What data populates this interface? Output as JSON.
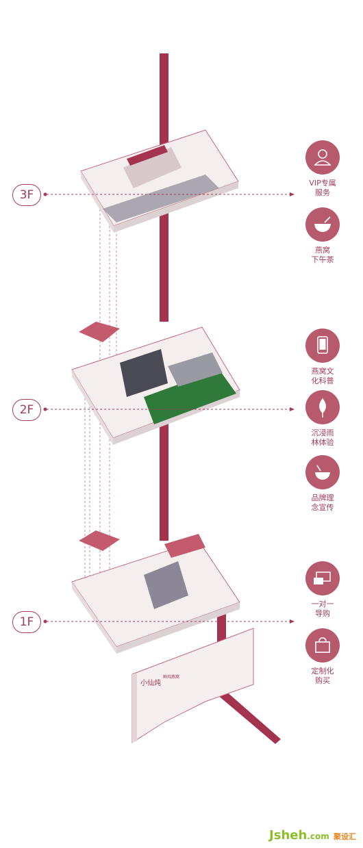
{
  "colors": {
    "accent": "#a33c55",
    "icon_fill": "#b85a6e",
    "shaft": "#a3334f",
    "floor": "#f2eded",
    "floor_edge": "#c66a7c"
  },
  "floors": [
    {
      "id": "3f",
      "label": "3F"
    },
    {
      "id": "2f",
      "label": "2F"
    },
    {
      "id": "1f",
      "label": "1F"
    }
  ],
  "features": [
    {
      "id": "vip",
      "icon": "person-icon",
      "lines": [
        "VIP专属",
        "服务"
      ]
    },
    {
      "id": "tea",
      "icon": "bowl-icon",
      "lines": [
        "燕窝",
        "下午茶"
      ]
    },
    {
      "id": "science",
      "icon": "phone-icon",
      "lines": [
        "燕窝文",
        "化科普"
      ]
    },
    {
      "id": "forest",
      "icon": "leaf-icon",
      "lines": [
        "沉浸雨",
        "林体验"
      ]
    },
    {
      "id": "brand",
      "icon": "cup-icon",
      "lines": [
        "品牌理",
        "念宣传"
      ]
    },
    {
      "id": "guide",
      "icon": "cards-icon",
      "lines": [
        "一对一",
        "导购"
      ]
    },
    {
      "id": "custom",
      "icon": "bag-icon",
      "lines": [
        "定制化",
        "购买"
      ]
    }
  ],
  "storefront": {
    "brand": "小仙炖",
    "sub": "鲜炖燕窝"
  },
  "watermark": {
    "main": "Jsheh",
    "domain": ".com",
    "cn": "聚设汇"
  }
}
